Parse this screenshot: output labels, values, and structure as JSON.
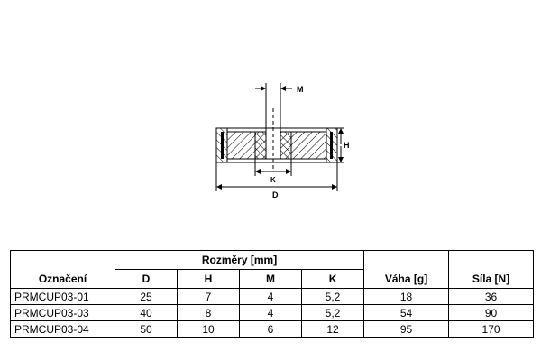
{
  "drawing": {
    "labels": {
      "M": "M",
      "H": "H",
      "K": "K",
      "D": "D"
    }
  },
  "table": {
    "col_designation": "Označení",
    "group_dimensions": "Rozměry [mm]",
    "col_weight": "Váha [g]",
    "col_force": "Síla [N]",
    "sub_headers": [
      "D",
      "H",
      "M",
      "K"
    ],
    "rows": [
      {
        "code": "PRMCUP03-01",
        "D": "25",
        "H": "7",
        "M": "4",
        "K": "5,2",
        "weight": "18",
        "force": "36"
      },
      {
        "code": "PRMCUP03-03",
        "D": "40",
        "H": "8",
        "M": "4",
        "K": "5,2",
        "weight": "54",
        "force": "90"
      },
      {
        "code": "PRMCUP03-04",
        "D": "50",
        "H": "10",
        "M": "6",
        "K": "12",
        "weight": "95",
        "force": "170"
      }
    ]
  }
}
